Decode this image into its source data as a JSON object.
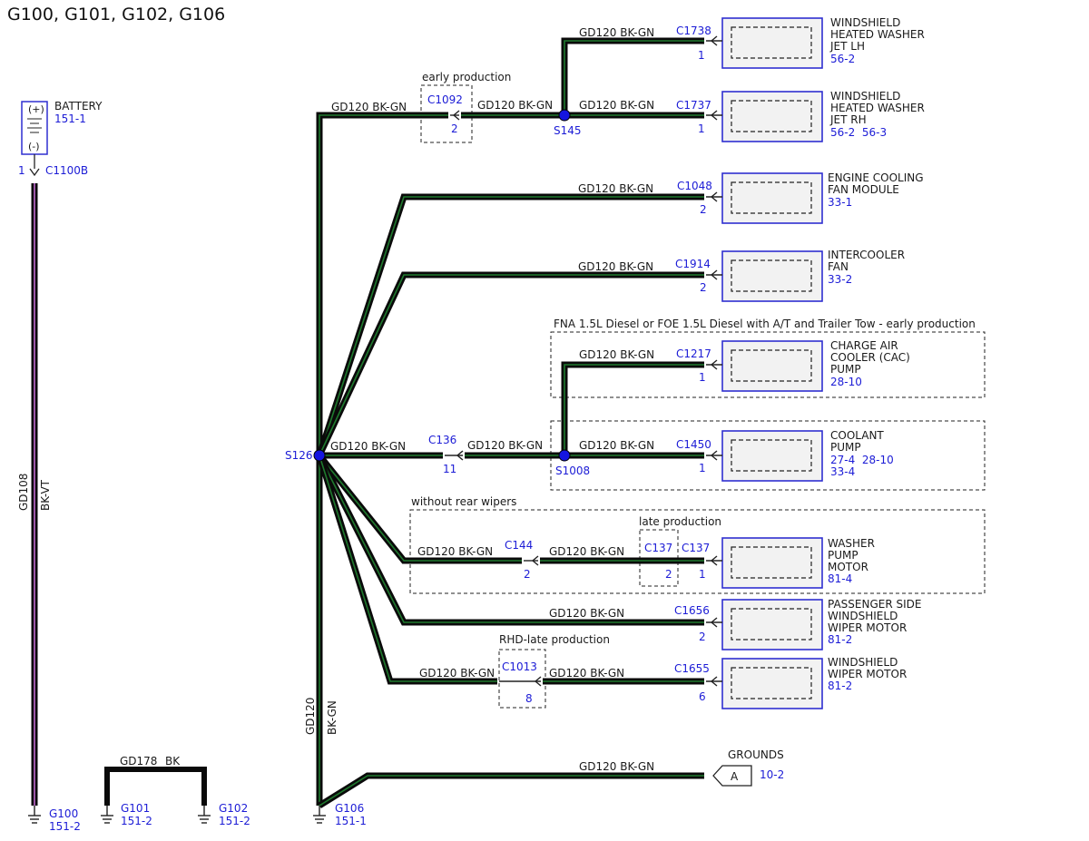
{
  "title": "G100, G101, G102, G106",
  "battery": {
    "name": "BATTERY",
    "ref": "151-1",
    "plus": "(+)",
    "minus": "(-)",
    "pin": "1",
    "connector": "C1100B"
  },
  "wire_gd108": {
    "circuit": "GD108",
    "color": "BK-VT"
  },
  "wire_gd178": {
    "circuit": "GD178",
    "color": "BK"
  },
  "wire_main": {
    "circuit": "GD120",
    "color": "BK-GN"
  },
  "grounds_bottom": [
    {
      "name": "G100",
      "ref": "151-2"
    },
    {
      "name": "G101",
      "ref": "151-2"
    },
    {
      "name": "G102",
      "ref": "151-2"
    },
    {
      "name": "G106",
      "ref": "151-1"
    }
  ],
  "splices": {
    "s126": "S126",
    "s145": "S145",
    "s1008": "S1008"
  },
  "wire_label": "GD120  BK-GN",
  "notes": {
    "early_production": "early production",
    "fna": "FNA 1.5L Diesel or FOE 1.5L Diesel with A/T and Trailer Tow - early production",
    "without_rear_wipers": "without rear wipers",
    "late_production": "late production",
    "rhd_late": "RHD-late production"
  },
  "inline_connectors": {
    "c1092": {
      "name": "C1092",
      "pin": "2"
    },
    "c136": {
      "name": "C136",
      "pin": "11"
    },
    "c144": {
      "name": "C144",
      "pin": "2"
    },
    "c137a": {
      "name": "C137",
      "pin": "2"
    },
    "c1013": {
      "name": "C1013",
      "pin": "8"
    }
  },
  "components": [
    {
      "key": "jet_lh",
      "connector": "C1738",
      "pin": "1",
      "lines": [
        "WINDSHIELD",
        "HEATED WASHER",
        "JET LH"
      ],
      "ref": "56-2"
    },
    {
      "key": "jet_rh",
      "connector": "C1737",
      "pin": "1",
      "lines": [
        "WINDSHIELD",
        "HEATED WASHER",
        "JET RH"
      ],
      "ref": "56-2  56-3"
    },
    {
      "key": "fan_module",
      "connector": "C1048",
      "pin": "2",
      "lines": [
        "ENGINE COOLING",
        "FAN MODULE"
      ],
      "ref": "33-1"
    },
    {
      "key": "intercooler",
      "connector": "C1914",
      "pin": "2",
      "lines": [
        "INTERCOOLER",
        "FAN"
      ],
      "ref": "33-2"
    },
    {
      "key": "cac_pump",
      "connector": "C1217",
      "pin": "1",
      "lines": [
        "CHARGE AIR",
        "COOLER (CAC)",
        "PUMP"
      ],
      "ref": "28-10"
    },
    {
      "key": "coolant_pump",
      "connector": "C1450",
      "pin": "1",
      "lines": [
        "COOLANT",
        "PUMP"
      ],
      "ref": "27-4  28-10",
      "ref2": "33-4"
    },
    {
      "key": "washer_pump",
      "connector": "C137",
      "pin": "1",
      "lines": [
        "WASHER",
        "PUMP",
        "MOTOR"
      ],
      "ref": "81-4"
    },
    {
      "key": "pass_wiper",
      "connector": "C1656",
      "pin": "2",
      "lines": [
        "PASSENGER SIDE",
        "WINDSHIELD",
        "WIPER MOTOR"
      ],
      "ref": "81-2"
    },
    {
      "key": "ws_wiper",
      "connector": "C1655",
      "pin": "6",
      "lines": [
        "WINDSHIELD",
        "WIPER MOTOR"
      ],
      "ref": "81-2"
    }
  ],
  "grounds_ref": {
    "name": "GROUNDS",
    "letter": "A",
    "ref": "10-2"
  },
  "colors": {
    "wire_outer": "#0a0a0a",
    "wire_inner": "#1f7a2e",
    "ref_blue": "#1c1cd6",
    "component_border": "#2f2fd0"
  }
}
